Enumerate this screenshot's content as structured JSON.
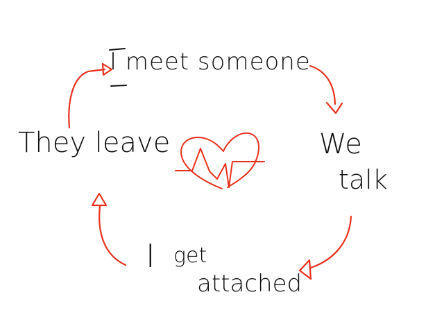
{
  "diagram": {
    "nodes": {
      "top": "I meet someone",
      "right_line1": "We",
      "right_line2": "talk",
      "bottom_line1_i": "I",
      "bottom_line1_rest": "get",
      "bottom_line2": "attached",
      "left": "They leave"
    },
    "center_icon": "heart-with-heartbeat-icon",
    "colors": {
      "arrow": "#e8301c",
      "text": "#111111",
      "background": "#ffffff"
    }
  }
}
